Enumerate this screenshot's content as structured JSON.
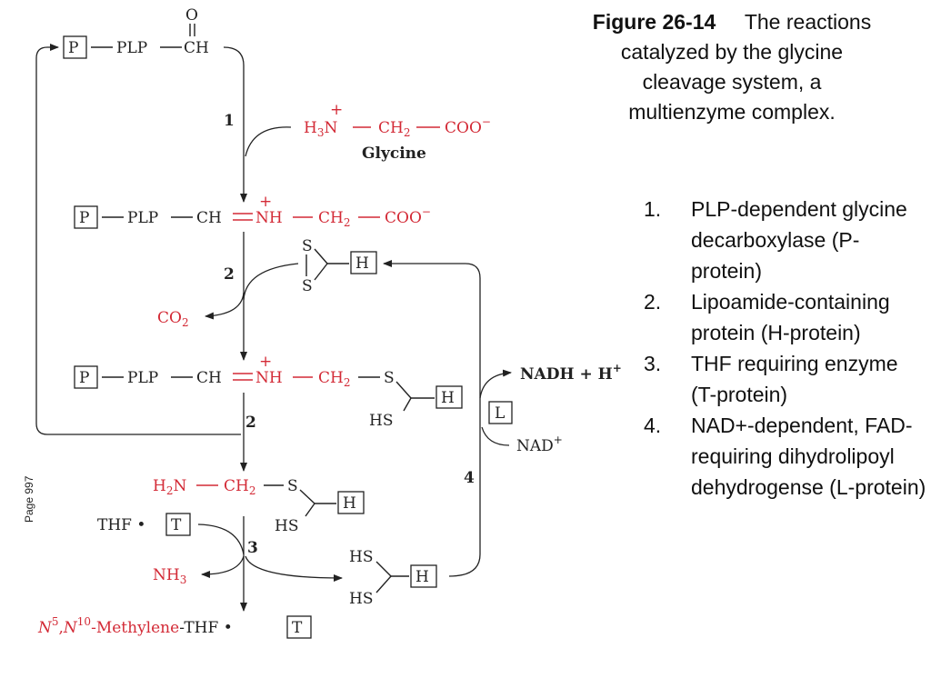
{
  "caption": {
    "figure_label": "Figure 26-14",
    "text": "The reactions catalyzed by the glycine cleavage system, a multienzyme complex."
  },
  "steps": [
    {
      "num": "1.",
      "text": "PLP-dependent glycine decarboxylase (P-protein)"
    },
    {
      "num": "2.",
      "text": "Lipoamide-containing protein (H-protein)"
    },
    {
      "num": "3.",
      "text": "THF requiring enzyme (T-protein)"
    },
    {
      "num": "4.",
      "text": "NAD+-dependent, FAD-requiring dihydrolipoyl dehydrogense (L-protein)"
    }
  ],
  "page_label": "Page 997",
  "diagram": {
    "step_labels": [
      "1",
      "2",
      "2",
      "3",
      "4"
    ],
    "boxes": {
      "P": "P",
      "H": "H",
      "T": "T",
      "L": "L"
    },
    "plp": "PLP",
    "aldehyde": {
      "O": "O",
      "CH": "CH"
    },
    "glycine": {
      "H3N": "H",
      "H3N_sub": "3",
      "N": "N",
      "plus": "+",
      "CH2": "CH",
      "CH2_sub": "2",
      "COO": "COO",
      "minus": "−",
      "name": "Glycine"
    },
    "schiff_base": {
      "CH": "CH",
      "NH": "NH",
      "plus": "+",
      "CH2": "CH",
      "CH2_sub": "2",
      "COO": "COO",
      "minus": "−"
    },
    "lipoamide_oxidized": {
      "S1": "S",
      "S2": "S"
    },
    "co2": {
      "CO": "CO",
      "sub": "2"
    },
    "aminomethyl_lipoamide": {
      "CH": "CH",
      "NH": "NH",
      "plus": "+",
      "CH2": "CH",
      "CH2_sub": "2",
      "S": "S",
      "HS": "HS"
    },
    "nadh": {
      "text": "NADH + H",
      "sup": "+"
    },
    "nad": {
      "text": "NAD",
      "sup": "+"
    },
    "aminomethyl": {
      "H2N": "H",
      "H2N_sub": "2",
      "N": "N",
      "CH2": "CH",
      "CH2_sub": "2",
      "S": "S",
      "HS": "HS"
    },
    "thf": {
      "text": "THF •"
    },
    "nh3": {
      "NH": "NH",
      "sub": "3"
    },
    "dihydrolipoamide": {
      "HS1": "HS",
      "HS2": "HS"
    },
    "methylene_thf": {
      "N": "N",
      "sup1": "5",
      "comma": ",",
      "N2": "N",
      "sup2": "10",
      "methylene": "-Methylene",
      "thf": "-THF •"
    }
  },
  "colors": {
    "accent_red": "#d32a36",
    "ink": "#222222"
  }
}
